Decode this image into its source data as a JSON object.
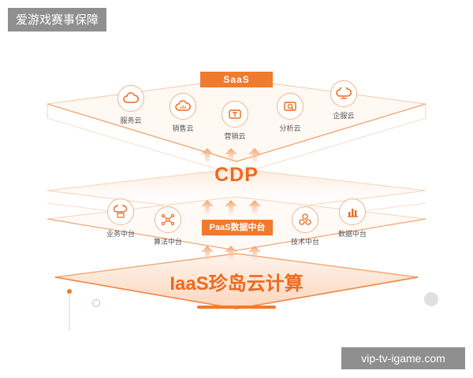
{
  "header_badge": "爱游戏赛事保障",
  "watermark": "vip-tv-igame.com",
  "layers": {
    "saas": "SaaS",
    "cdp": "CDP",
    "paas": "PaaS数据中台",
    "iaas": "IaaS珍岛云计算"
  },
  "saas_nodes": [
    {
      "label": "服务云",
      "icon": "cloud-icon"
    },
    {
      "label": "销售云",
      "icon": "cloud-chart-icon"
    },
    {
      "label": "营销云",
      "icon": "marketing-cloud-icon"
    },
    {
      "label": "分析云",
      "icon": "analysis-icon"
    },
    {
      "label": "企服云",
      "icon": "cloud-network-icon"
    }
  ],
  "paas_nodes": [
    {
      "label": "业务中台",
      "icon": "server-cloud-icon"
    },
    {
      "label": "算法中台",
      "icon": "network-nodes-icon"
    },
    {
      "label": "技术中台",
      "icon": "cubes-icon"
    },
    {
      "label": "数据中台",
      "icon": "bar-chart-icon"
    }
  ],
  "colors": {
    "accent": "#f07a2e",
    "accent_text": "#ec6a1e",
    "line": "#f2b48a",
    "badge": "#8f8f8f"
  }
}
